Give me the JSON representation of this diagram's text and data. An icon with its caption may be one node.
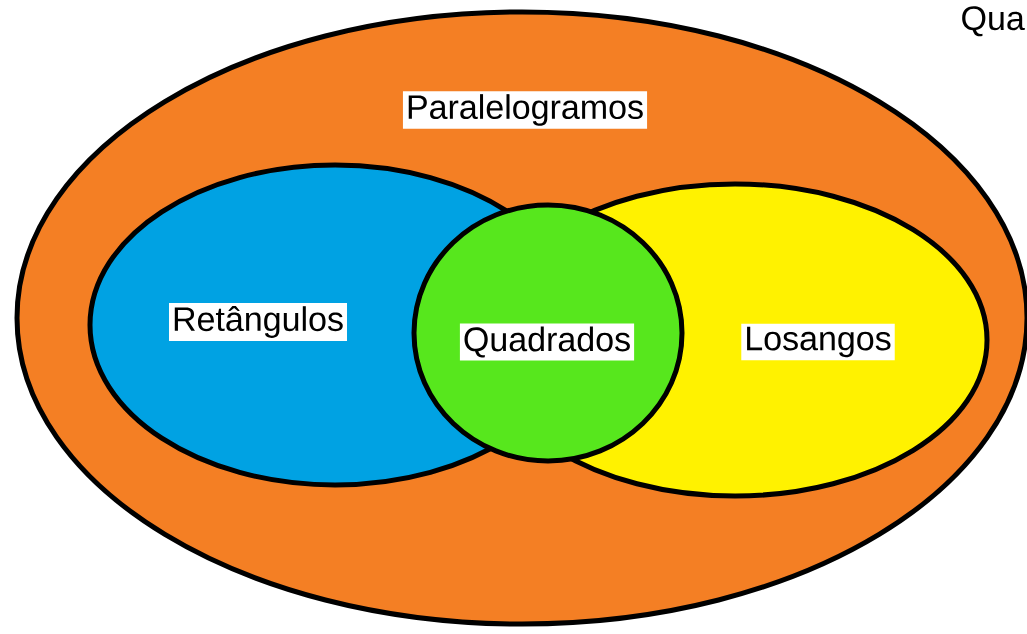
{
  "diagram": {
    "nodes": [
      {
        "text": [
          "Paralelogramos"
        ]
      },
      {
        "text": [
          "Retângulos"
        ],
        "in": 0
      },
      {
        "text": [
          "Quadrados"
        ],
        "in": 0
      },
      {
        "text": [
          "Losangos"
        ],
        "in": 0
      }
    ],
    "labels": [
      "Qua"
    ]
  }
}
